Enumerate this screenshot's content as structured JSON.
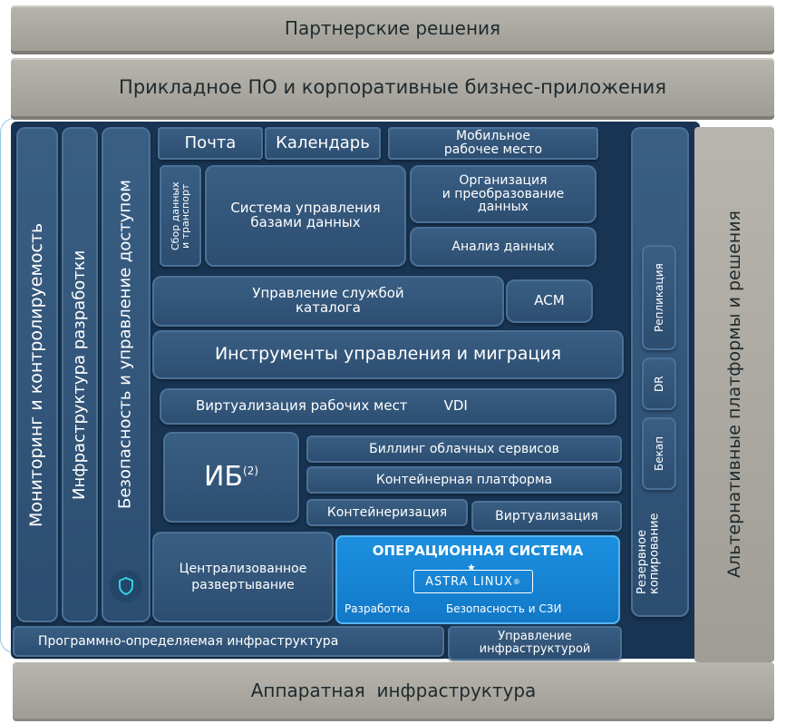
{
  "layers": {
    "top1": "Партнерские решения",
    "top2": "Прикладное ПО и корпоративные бизнес-приложения",
    "bottom": "Аппаратная  инфраструктура",
    "right": "Альтернативные платформы и решения"
  },
  "columns": {
    "monitoring": "Мониторинг и контролируемость",
    "dev_infra": "Инфраструктура разработки",
    "security": "Безопасность и управление доступом",
    "data_transport": "Сбор данных\nи транспорт",
    "backup": "Резервное\nкопирование"
  },
  "blocks": {
    "mail": "Почта",
    "calendar": "Календарь",
    "mobile": "Мобильное\nрабочее место",
    "dbms": "Система управления\nбазами данных",
    "data_org": "Организация\nи преобразование\nданных",
    "analytics": "Анализ данных",
    "catalog": "Управление службой\nкаталога",
    "acm": "ACM",
    "tools": "Инструменты управления и миграция",
    "vdi_text": "Виртуализация рабочих мест",
    "vdi": "VDI",
    "ib": "ИБ",
    "ib_sup": "(2)",
    "billing": "Биллинг облачных сервисов",
    "container_platform": "Контейнерная платформа",
    "containerization": "Контейнеризация",
    "virtualization": "Виртуализация",
    "centralized": "Централизованное\nразвертывание",
    "replication": "Репликация",
    "dr": "DR",
    "backup_small": "Бекап",
    "sdi": "Программно-определяемая инфраструктура",
    "infra_mgmt": "Управление\nинфраструктурой"
  },
  "os": {
    "title": "ОПЕРАЦИОННАЯ СИСТЕМА",
    "logo": "ASTRA LINUX",
    "logo_mark": "®",
    "dev": "Разработка",
    "security": "Безопасность и СЗИ"
  },
  "colors": {
    "gray_layer": "#a9a79f",
    "blue_block": "#2f5379",
    "dark_bg": "#183452",
    "os_blue": "#1b87d6"
  },
  "icons": [
    "shield-icon",
    "star-icon"
  ]
}
